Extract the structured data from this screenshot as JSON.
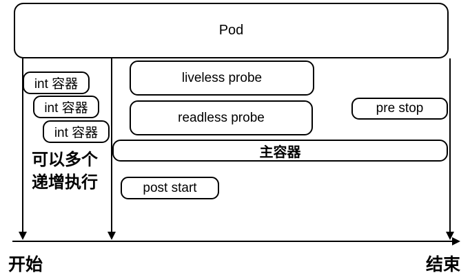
{
  "diagram": {
    "pod_label": "Pod",
    "init_containers": [
      "int 容器",
      "int 容器",
      "int 容器"
    ],
    "init_note": {
      "line1": "可以多个",
      "line2": "递增执行"
    },
    "boxes": {
      "liveless_probe": "liveless probe",
      "readless_probe": "readless probe",
      "pre_stop": "pre stop",
      "main_container": "主容器",
      "post_start": "post start"
    },
    "timeline": {
      "start_label": "开始",
      "end_label": "结束"
    },
    "colors": {
      "stroke": "#000000",
      "background": "#ffffff"
    }
  }
}
